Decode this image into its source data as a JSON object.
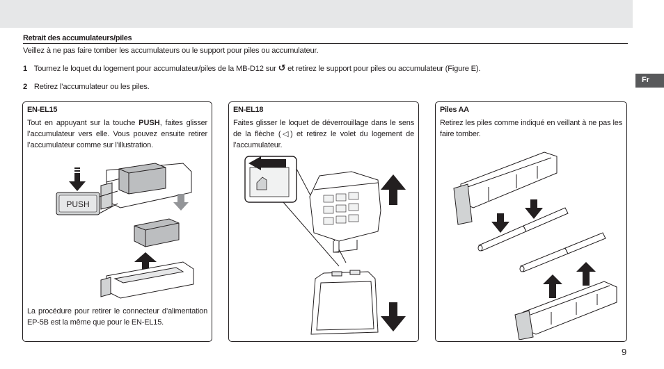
{
  "header": {
    "language_tab": "Fr"
  },
  "section": {
    "title": "Retrait des accumulateurs/piles",
    "intro": "Veillez à ne pas faire tomber les accumulateurs ou le support pour piles ou accumulateur."
  },
  "steps": [
    {
      "number": "1",
      "text_before": "Tournez le loquet du logement pour accumulateur/piles de la MB-D12 sur ",
      "icon": "counterclockwise-arrow-icon",
      "text_after": " et retirez le support pour piles ou accumulateur (Figure E)."
    },
    {
      "number": "2",
      "text": "Retirez l’accumulateur ou les piles."
    }
  ],
  "panels": {
    "enel15": {
      "title": "EN-EL15",
      "text_before": "Tout en appuyant sur la touche ",
      "text_bold": "PUSH",
      "text_after": ", faites glisser l’accumulateur vers elle. Vous pouvez ensuite retirer l’accumulateur comme sur l’illustration.",
      "push_label": "PUSH",
      "note": "La procédure pour retirer le connecteur d’alimentation EP-5B est la même que pour le EN-EL15."
    },
    "enel18": {
      "title": "EN-EL18",
      "text": "Faites glisser le loquet de déverrouillage dans le sens de la flèche (◁) et retirez le volet du logement de l’accumulateur."
    },
    "aa": {
      "title": "Piles AA",
      "text": "Retirez les piles comme indiqué en veillant à ne pas les faire tomber."
    }
  },
  "footer": {
    "page_number": "9"
  }
}
